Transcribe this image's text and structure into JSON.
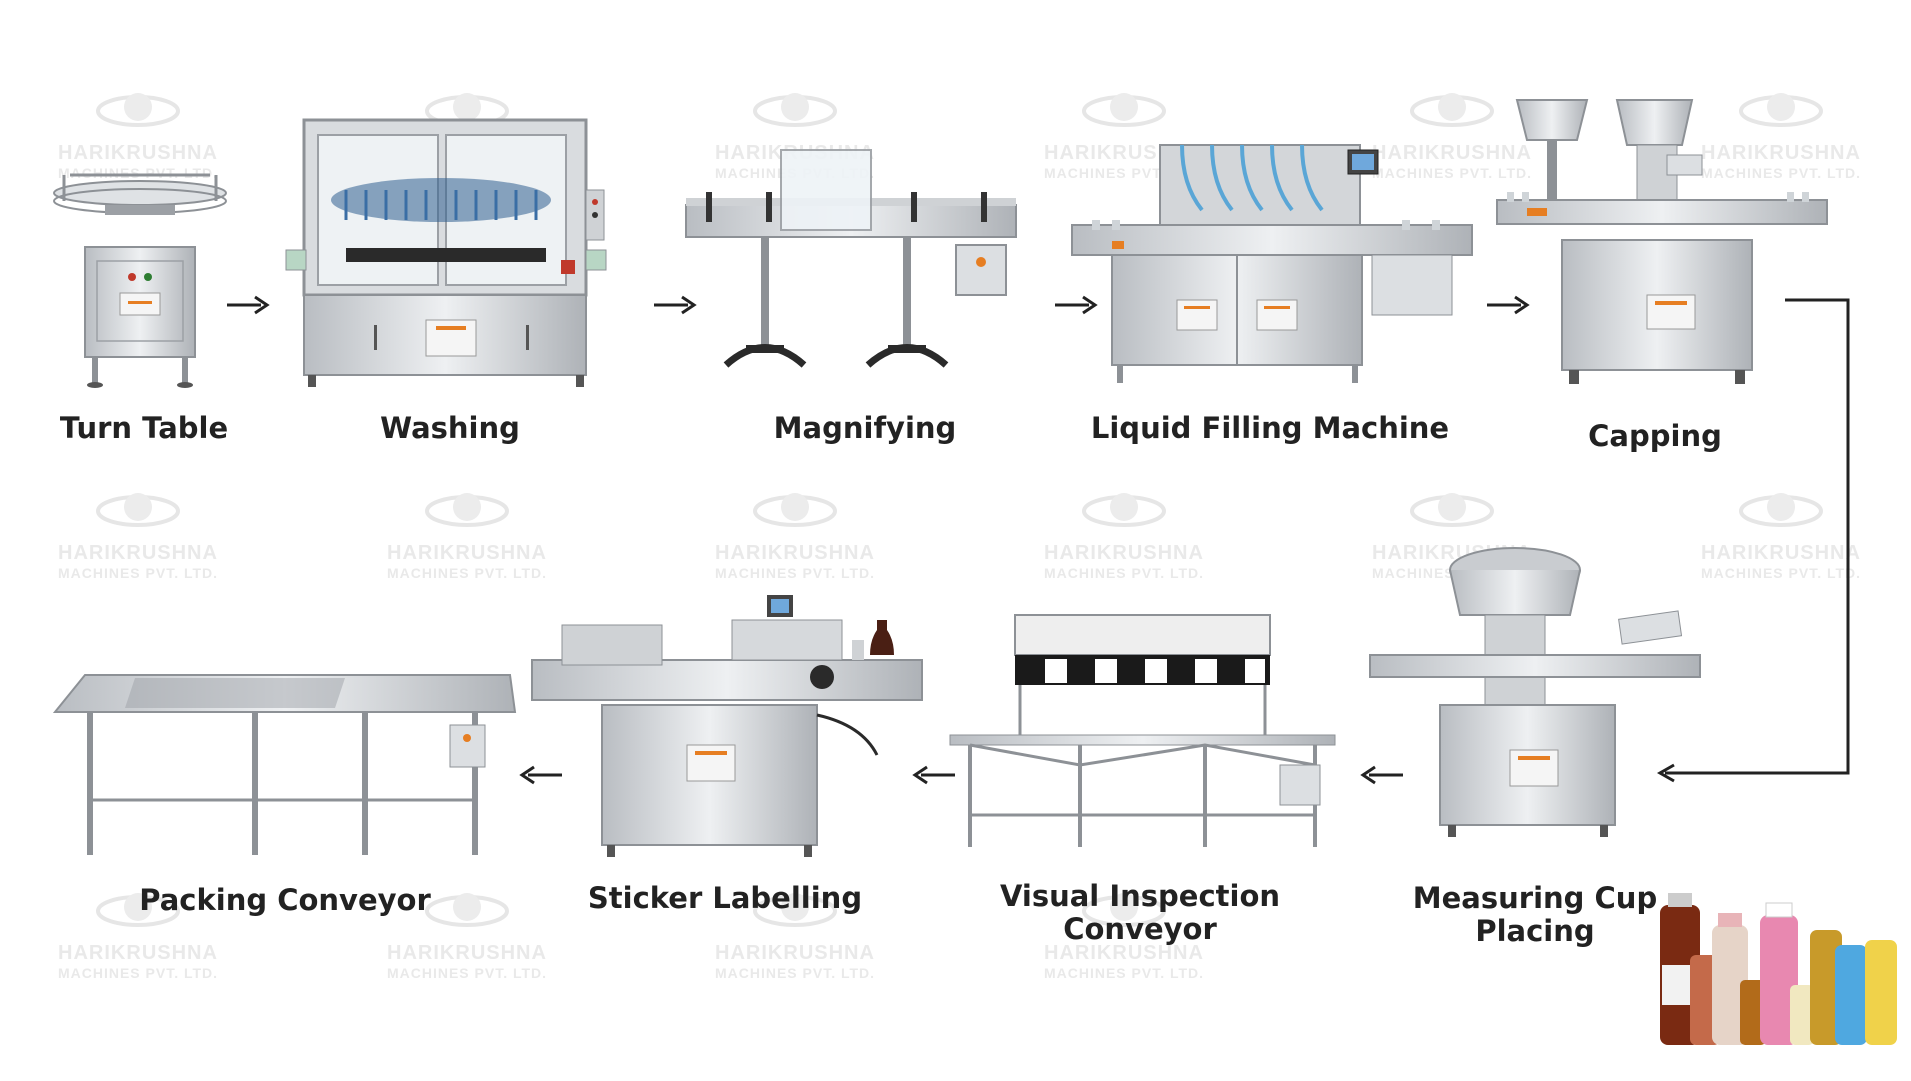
{
  "watermark": {
    "line1": "HARIKRUSHNA",
    "line2": "MACHINES PVT. LTD."
  },
  "process_flow": {
    "steps": [
      {
        "label": "Turn Table",
        "icon": "turn-table-machine"
      },
      {
        "label": "Washing",
        "icon": "bottle-washing-machine"
      },
      {
        "label": "Magnifying",
        "icon": "magnifying-conveyor"
      },
      {
        "label": "Liquid Filling Machine",
        "icon": "liquid-filling-machine"
      },
      {
        "label": "Capping",
        "icon": "capping-machine"
      },
      {
        "label": "Measuring Cup Placing",
        "label_lines": [
          "Measuring Cup",
          "Placing"
        ],
        "icon": "measuring-cup-placing-machine"
      },
      {
        "label": "Visual Inspection Conveyor",
        "label_lines": [
          "Visual Inspection",
          "Conveyor"
        ],
        "icon": "visual-inspection-conveyor"
      },
      {
        "label": "Sticker Labelling",
        "icon": "sticker-labelling-machine"
      },
      {
        "label": "Packing Conveyor",
        "icon": "packing-conveyor-table"
      }
    ]
  },
  "colors": {
    "label_text": "#222222",
    "arrow": "#222222",
    "steel": "#c9ccd0",
    "watermark": "#e9e9e9"
  }
}
